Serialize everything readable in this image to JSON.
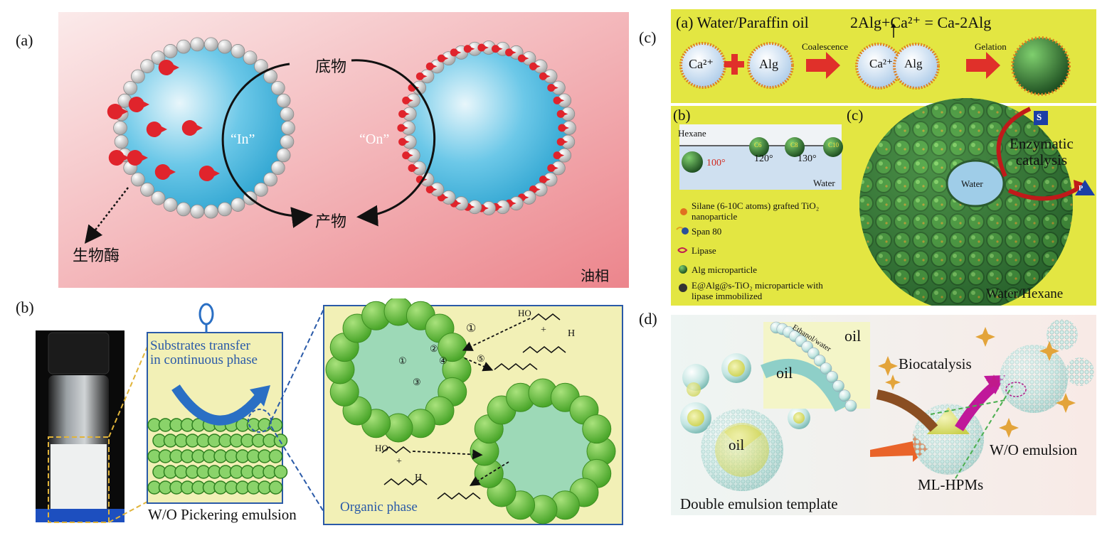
{
  "panel_a": {
    "label": "(a)",
    "substrate": "底物",
    "product": "产物",
    "in_label": "“In”",
    "on_label": "“On”",
    "enzyme": "生物酶",
    "oil_phase": "油相",
    "colors": {
      "bg_start": "#f9dede",
      "bg_end": "#ee8a90",
      "droplet": "#3fb1d8",
      "enzyme": "#e0242c",
      "particle": "#d8d8d8"
    }
  },
  "panel_b": {
    "label": "(b)",
    "transfer_line1": "Substrates transfer",
    "transfer_line2": "in continuous phase",
    "emulsion_caption": "W/O Pickering emulsion",
    "organic_phase": "Organic phase",
    "markers": [
      "①",
      "②",
      "③",
      "④",
      "⑤"
    ],
    "reagent_top": "HO",
    "plus": "+",
    "H": "H",
    "reagent_bottom": "HO",
    "colors": {
      "frame": "#2a5aa8",
      "bg": "#f2f0b6",
      "particle": "#6cc23a",
      "arrow": "#2a6fc4"
    }
  },
  "panel_c_top": {
    "label": "(c)",
    "sub_label": "(a)",
    "system": "Water/Paraffin oil",
    "equation": "2Alg+Ca²⁺ = Ca-2Alg",
    "drop1": "Ca²⁺",
    "drop2": "Alg",
    "step1": "Coalescence",
    "step2": "Gelation",
    "merged_left": "Ca²⁺",
    "merged_right": "Alg",
    "plus": "+"
  },
  "panel_c_bottom": {
    "sub_b": "(b)",
    "sub_c": "(c)",
    "hexane": "Hexane",
    "water": "Water",
    "angles": [
      "100°",
      "120°",
      "130°"
    ],
    "chain_labels": [
      "C6",
      "C8",
      "C10"
    ],
    "legend": [
      "Silane (6-10C atoms) grafted TiO₂ nanoparticle",
      "Span 80",
      "Lipase",
      "Alg microparticle",
      "E@Alg@s-TiO₂ microparticle with lipase immobilized"
    ],
    "enzymatic": "Enzymatic",
    "catalysis": "catalysis",
    "center_water": "Water",
    "s_box": "S",
    "p_tri": "P",
    "footer": "Water/Hexane",
    "colors": {
      "bg": "#e3e642",
      "sphere": "#2f7a3a"
    }
  },
  "panel_d": {
    "label": "(d)",
    "oil1": "oil",
    "oil2": "oil",
    "ethanol_water": "Ethanol/water",
    "oil_core": "oil",
    "biocatalysis": "Biocatalysis",
    "wo_emulsion": "W/O emulsion",
    "ml_hpms": "ML-HPMs",
    "template": "Double emulsion template"
  }
}
